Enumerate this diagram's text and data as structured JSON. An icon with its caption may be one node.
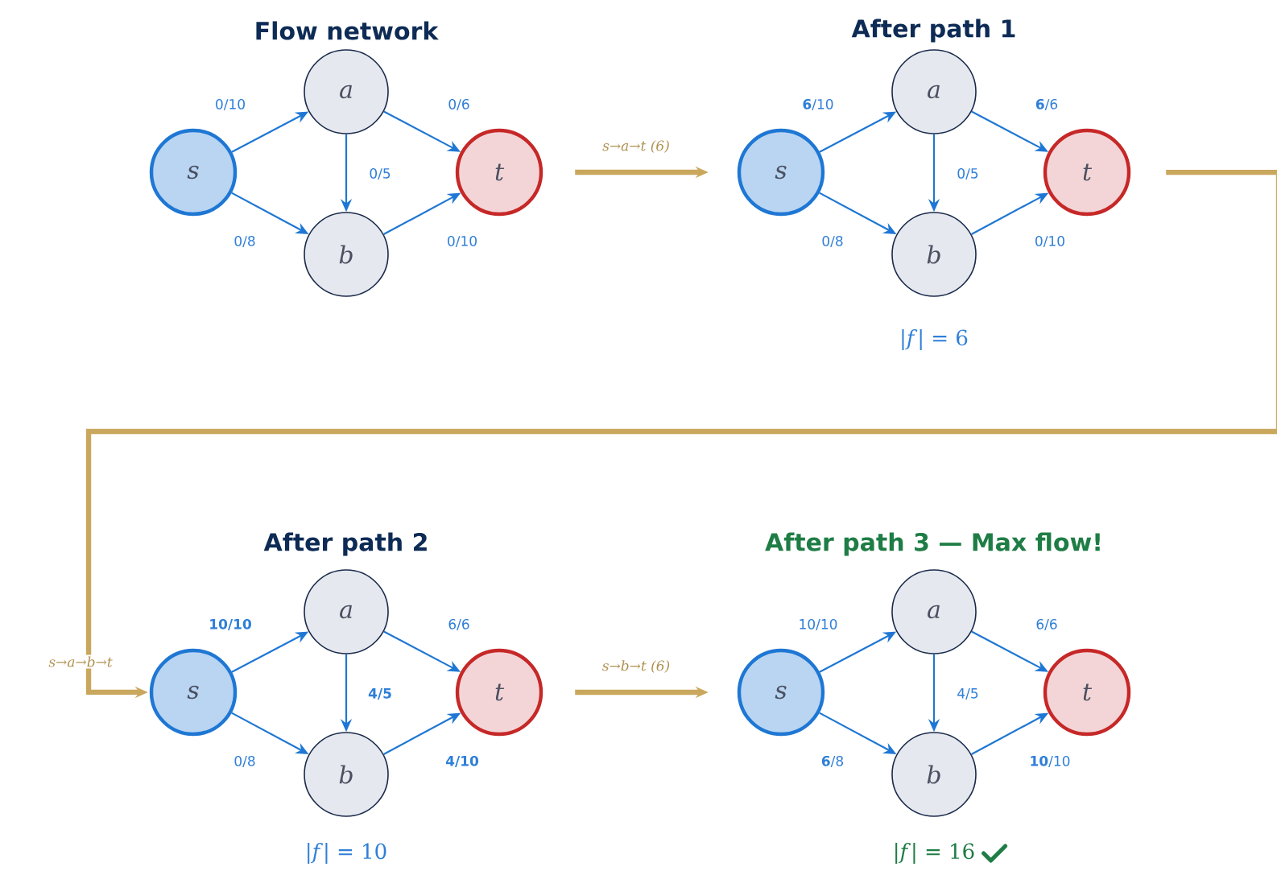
{
  "diagram": {
    "nodes": [
      {
        "text": [
          "s"
        ]
      },
      {
        "text": [
          "a"
        ]
      },
      {
        "text": [
          "b"
        ]
      },
      {
        "text": [
          "t"
        ]
      },
      {
        "text": [
          "s"
        ]
      },
      {
        "text": [
          "a"
        ]
      },
      {
        "text": [
          "b"
        ]
      },
      {
        "text": [
          "t"
        ]
      },
      {
        "text": [
          "s"
        ]
      },
      {
        "text": [
          "a"
        ]
      },
      {
        "text": [
          "b"
        ]
      },
      {
        "text": [
          "t"
        ]
      },
      {
        "text": [
          "s"
        ]
      },
      {
        "text": [
          "a"
        ]
      },
      {
        "text": [
          "b"
        ]
      },
      {
        "text": [
          "t"
        ]
      }
    ],
    "edges": [
      {
        "from": 0,
        "to": 1,
        "arrow": "to",
        "label": "0/10"
      },
      {
        "from": 1,
        "to": 3,
        "arrow": "to",
        "label": "0/6"
      },
      {
        "from": 1,
        "to": 2,
        "arrow": "to",
        "label": "0/5"
      },
      {
        "from": 0,
        "to": 2,
        "arrow": "to",
        "label": "0/8"
      },
      {
        "from": 2,
        "to": 3,
        "arrow": "to",
        "label": "0/10"
      },
      {
        "from": 3,
        "to": 4,
        "arrow": "to",
        "label": "s→a→t (6)",
        "style": "thick",
        "color": "#c9a75c"
      },
      {
        "from": 4,
        "to": 5,
        "arrow": "to",
        "label": "**6**/10"
      },
      {
        "from": 5,
        "to": 7,
        "arrow": "to",
        "label": "**6**/6"
      },
      {
        "from": 5,
        "to": 6,
        "arrow": "to",
        "label": "0/5"
      },
      {
        "from": 4,
        "to": 6,
        "arrow": "to",
        "label": "0/8"
      },
      {
        "from": 6,
        "to": 7,
        "arrow": "to",
        "label": "0/10"
      },
      {
        "from": 7,
        "to": 8,
        "arrow": "to",
        "label": "s→a→b→t",
        "style": "thick",
        "color": "#c9a75c"
      },
      {
        "from": 8,
        "to": 9,
        "arrow": "to",
        "label": "**10/10**"
      },
      {
        "from": 9,
        "to": 11,
        "arrow": "to",
        "label": "6/6"
      },
      {
        "from": 9,
        "to": 10,
        "arrow": "to",
        "label": "**4/5**"
      },
      {
        "from": 8,
        "to": 10,
        "arrow": "to",
        "label": "0/8"
      },
      {
        "from": 10,
        "to": 11,
        "arrow": "to",
        "label": "**4/10**"
      },
      {
        "from": 11,
        "to": 12,
        "arrow": "to",
        "label": "s→b→t (6)",
        "style": "thick",
        "color": "#c9a75c"
      },
      {
        "from": 12,
        "to": 13,
        "arrow": "to",
        "label": "10/10"
      },
      {
        "from": 13,
        "to": 15,
        "arrow": "to",
        "label": "6/6"
      },
      {
        "from": 13,
        "to": 14,
        "arrow": "to",
        "label": "4/5"
      },
      {
        "from": 12,
        "to": 14,
        "arrow": "to",
        "label": "**6**/8"
      },
      {
        "from": 14,
        "to": 15,
        "arrow": "to",
        "label": "**10**/10"
      }
    ],
    "labels": [
      "Flow network",
      "After path 1",
      "|*f*| = 6",
      "After path 2",
      "After path 3 — Max flow!",
      "|*f*| = 10",
      "|*f*| = 16"
    ]
  }
}
